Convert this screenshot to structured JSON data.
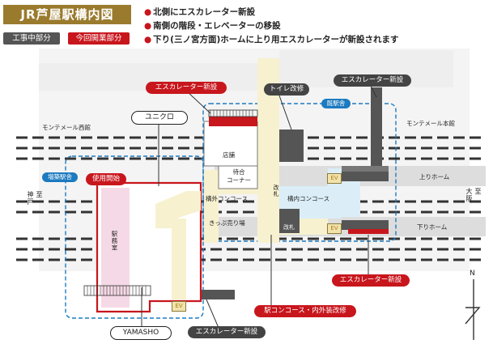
{
  "title": "JR芦屋駅構内図",
  "legend": {
    "under_construction": "工事中部分",
    "opened": "今回開業部分",
    "under_construction_color": "#555555",
    "opened_color": "#c8161d"
  },
  "bullets": [
    "北側にエスカレーター新設",
    "南側の階段・エレベーターの移設",
    "下り(三ノ宮方面)ホームに上り用エスカレーターが新設されます"
  ],
  "streets": {
    "north_west": "モンテメール西館",
    "north_east": "モンテメール本館"
  },
  "platforms": {
    "up": "上りホーム",
    "down": "下りホーム"
  },
  "directions": {
    "west": "至\n神戸",
    "east": "至\n大阪",
    "north_mark": "N"
  },
  "areas": {
    "existing_building": "既駅舎",
    "expansion_building": "増築駅舎",
    "use_start": "使用開始",
    "store": "店舗",
    "waiting": "待合\nコーナー",
    "outside_concourse": "構外コンコース",
    "inside_concourse": "構内コンコース",
    "ticket_office": "きっぷ売り場",
    "gate_upper": "改札",
    "gate_lower": "改札",
    "station_office": "駅務室",
    "ev": "EV"
  },
  "callouts": {
    "escalator_new_top": "エスカレーター新設",
    "uniqlo": "ユニクロ",
    "toilet": "トイレ改修",
    "escalator_new_right": "エスカレーター新設",
    "escalator_new_down_platform": "エスカレーター新設",
    "station_renovation": "駅コンコース・内外装改修",
    "yamasho": "YAMASHO",
    "escalator_new_bottom": "エスカレーター新設"
  }
}
